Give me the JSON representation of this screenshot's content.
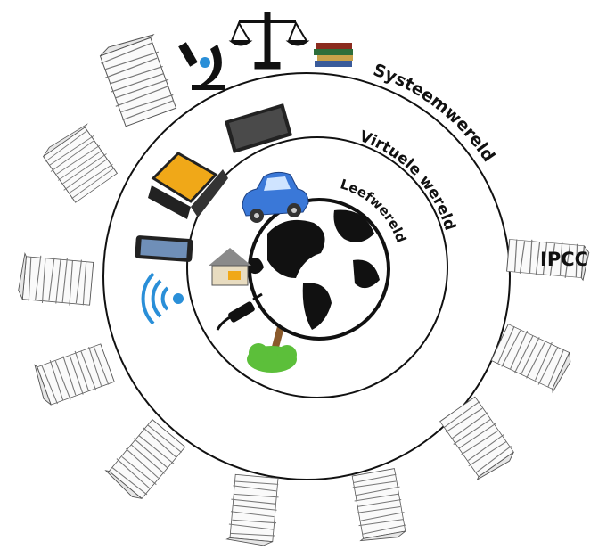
{
  "labels": {
    "system": "Systeemwereld",
    "virtual": "Virtuele wereld",
    "life": "Leefwereld",
    "ipcc": "IPCC"
  },
  "colors": {
    "ring": "#111111",
    "car": "#3a78d8",
    "tree": "#5cbf3a",
    "trunk": "#8a5a2b",
    "laptop": "#f0a818",
    "wifi": "#2a8fd8"
  },
  "icons": [
    "microscope-icon",
    "scales-of-justice-icon",
    "books-icon",
    "monitor-icon",
    "laptop-icon",
    "tablet-icon",
    "wifi-icon",
    "car-icon",
    "house-icon",
    "plug-icon",
    "tree-icon",
    "globe-icon",
    "paper-stack-icon"
  ]
}
